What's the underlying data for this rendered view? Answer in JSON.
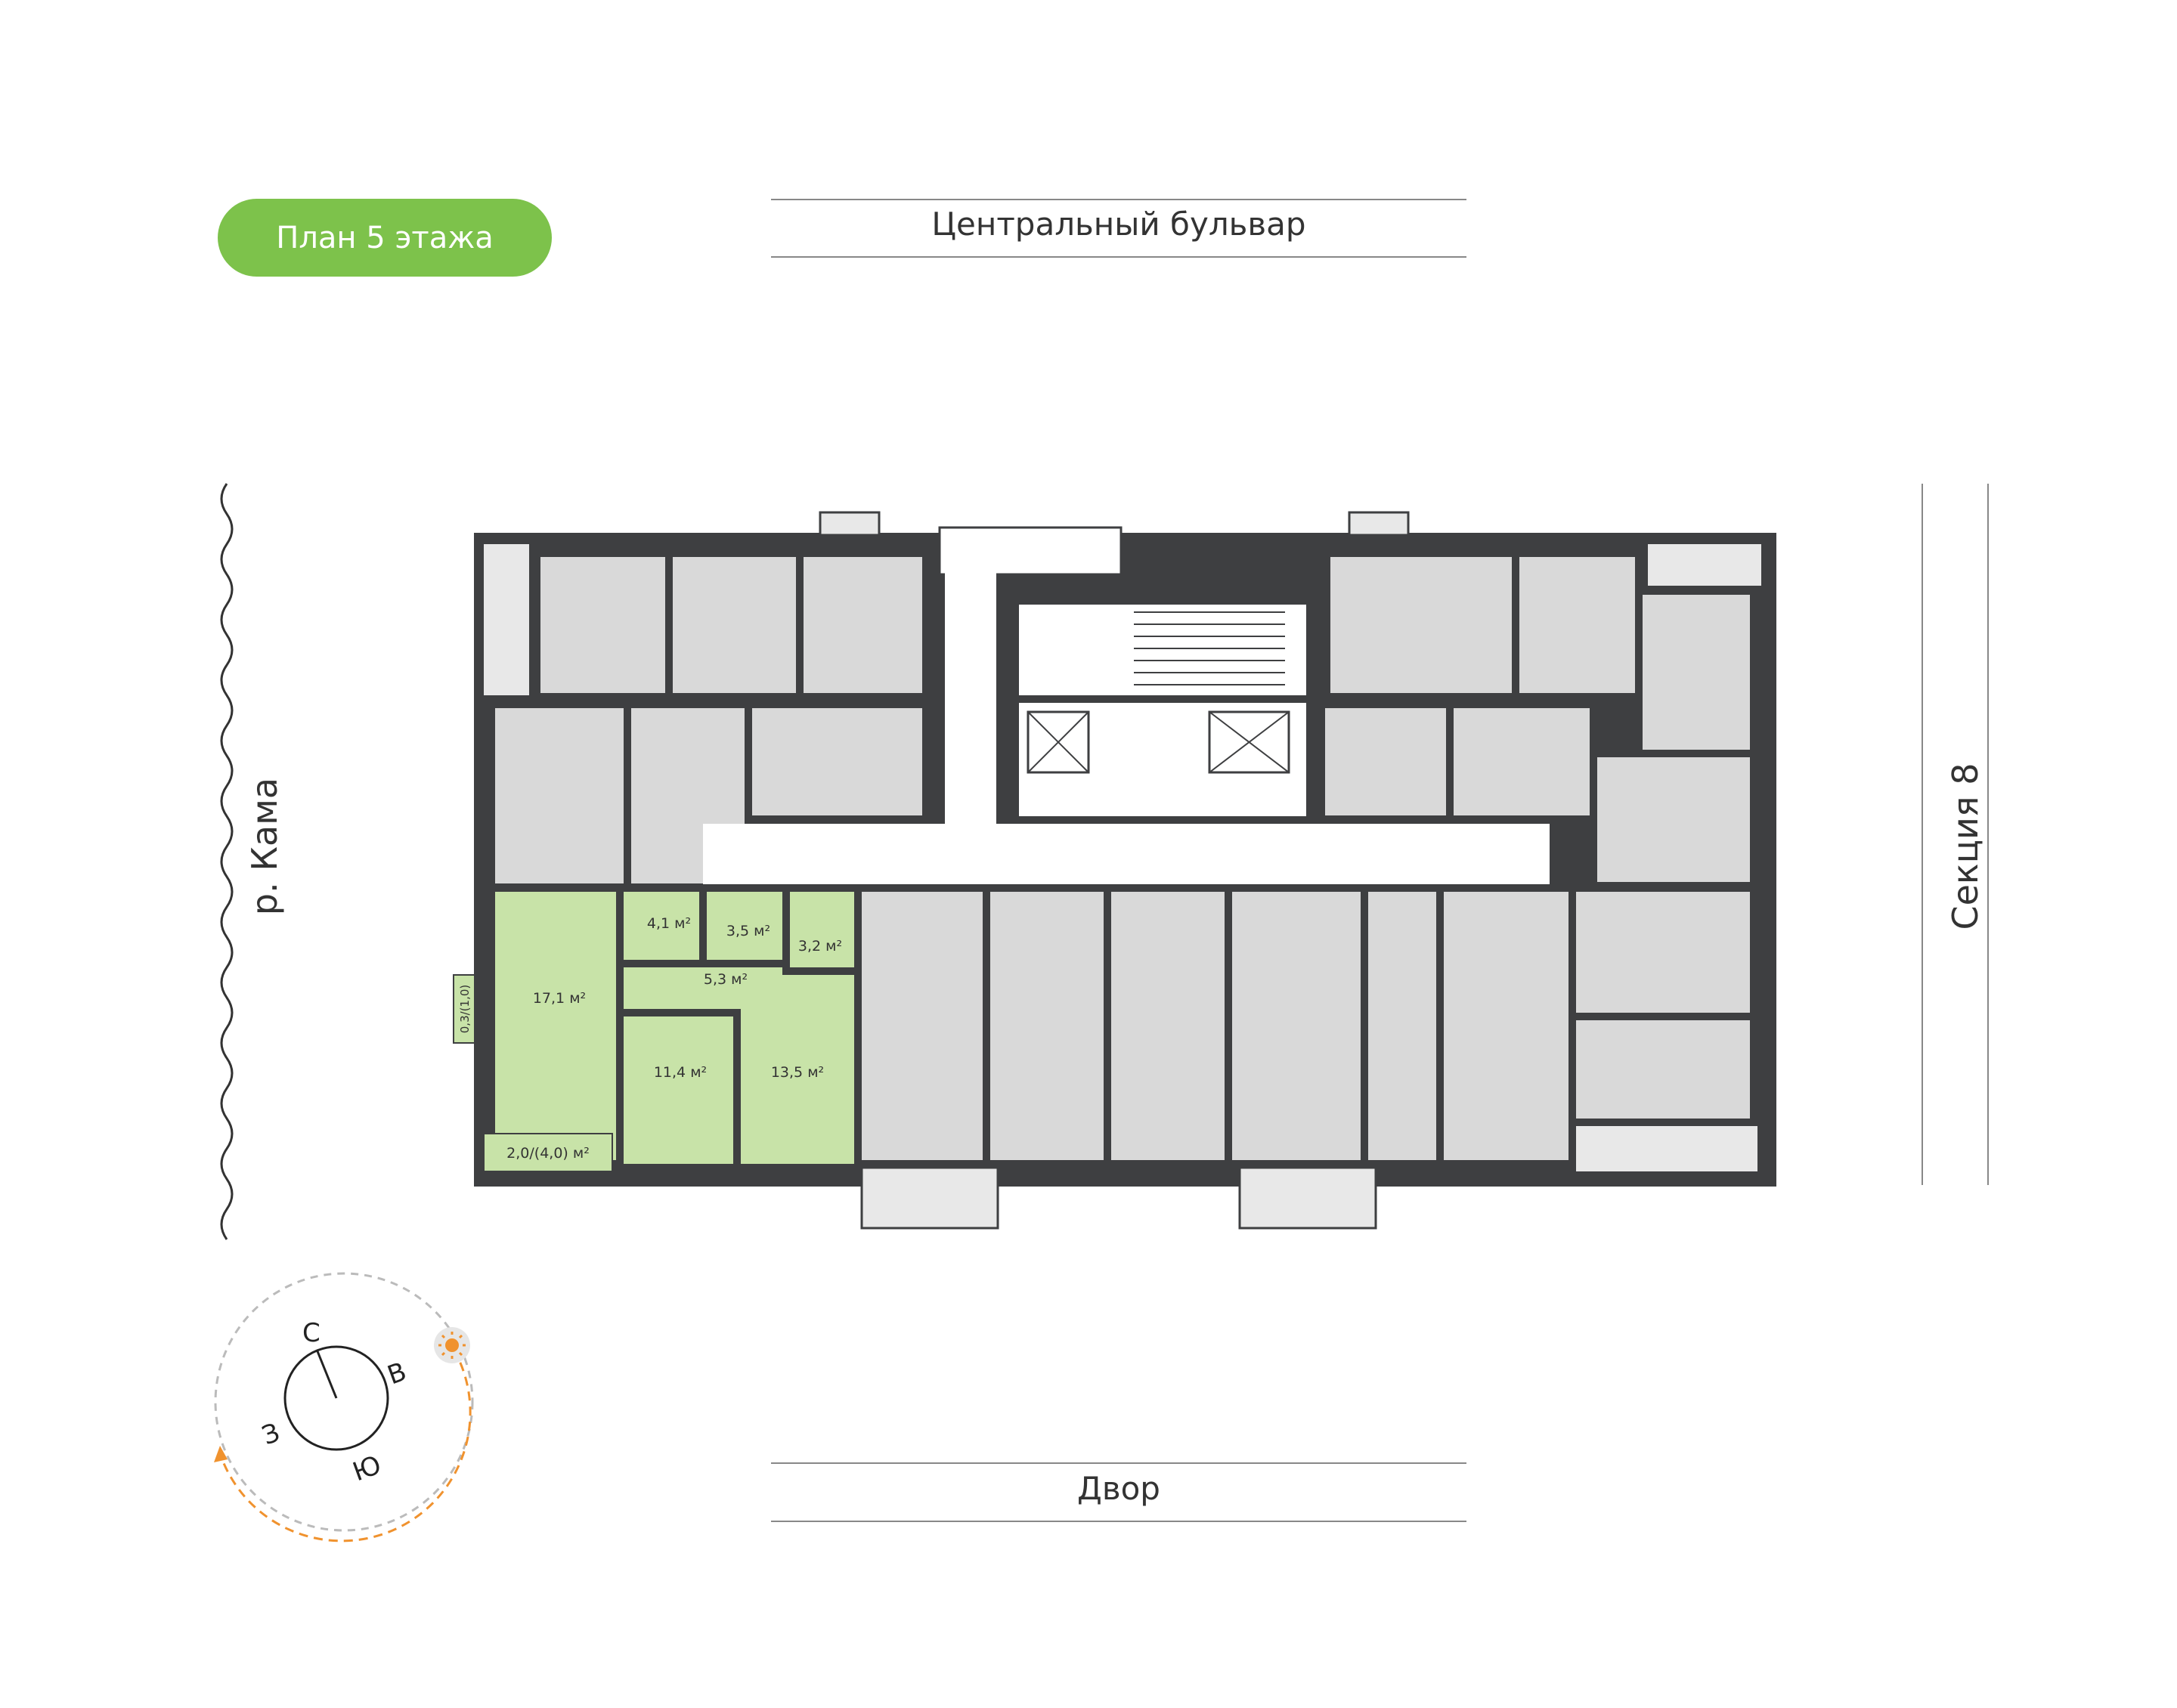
{
  "floor_label": "План 5 этажа",
  "streets": {
    "top": "Центральный бульвар",
    "bottom": "Двор",
    "left": "р. Кама",
    "right": "Секция 8"
  },
  "rooms": [
    {
      "id": "living",
      "label": "17,1 м²"
    },
    {
      "id": "bath",
      "label": "4,1 м²"
    },
    {
      "id": "storage",
      "label": "3,5 м²"
    },
    {
      "id": "wc",
      "label": "3,2 м²"
    },
    {
      "id": "hall",
      "label": "5,3 м²"
    },
    {
      "id": "bed1",
      "label": "11,4 м²"
    },
    {
      "id": "bed2",
      "label": "13,5 м²"
    },
    {
      "id": "balcony",
      "label": "2,0/(4,0) м²"
    },
    {
      "id": "bay",
      "label": "0,3/(1,0)"
    }
  ],
  "compass": {
    "north": "С",
    "east": "В",
    "south": "Ю",
    "west": "З"
  },
  "colors": {
    "accent": "#7dc24b",
    "apartment": "#c8e3a8",
    "room": "#d9d9d9",
    "wall": "#3e3f41",
    "sun": "#f0922e"
  }
}
